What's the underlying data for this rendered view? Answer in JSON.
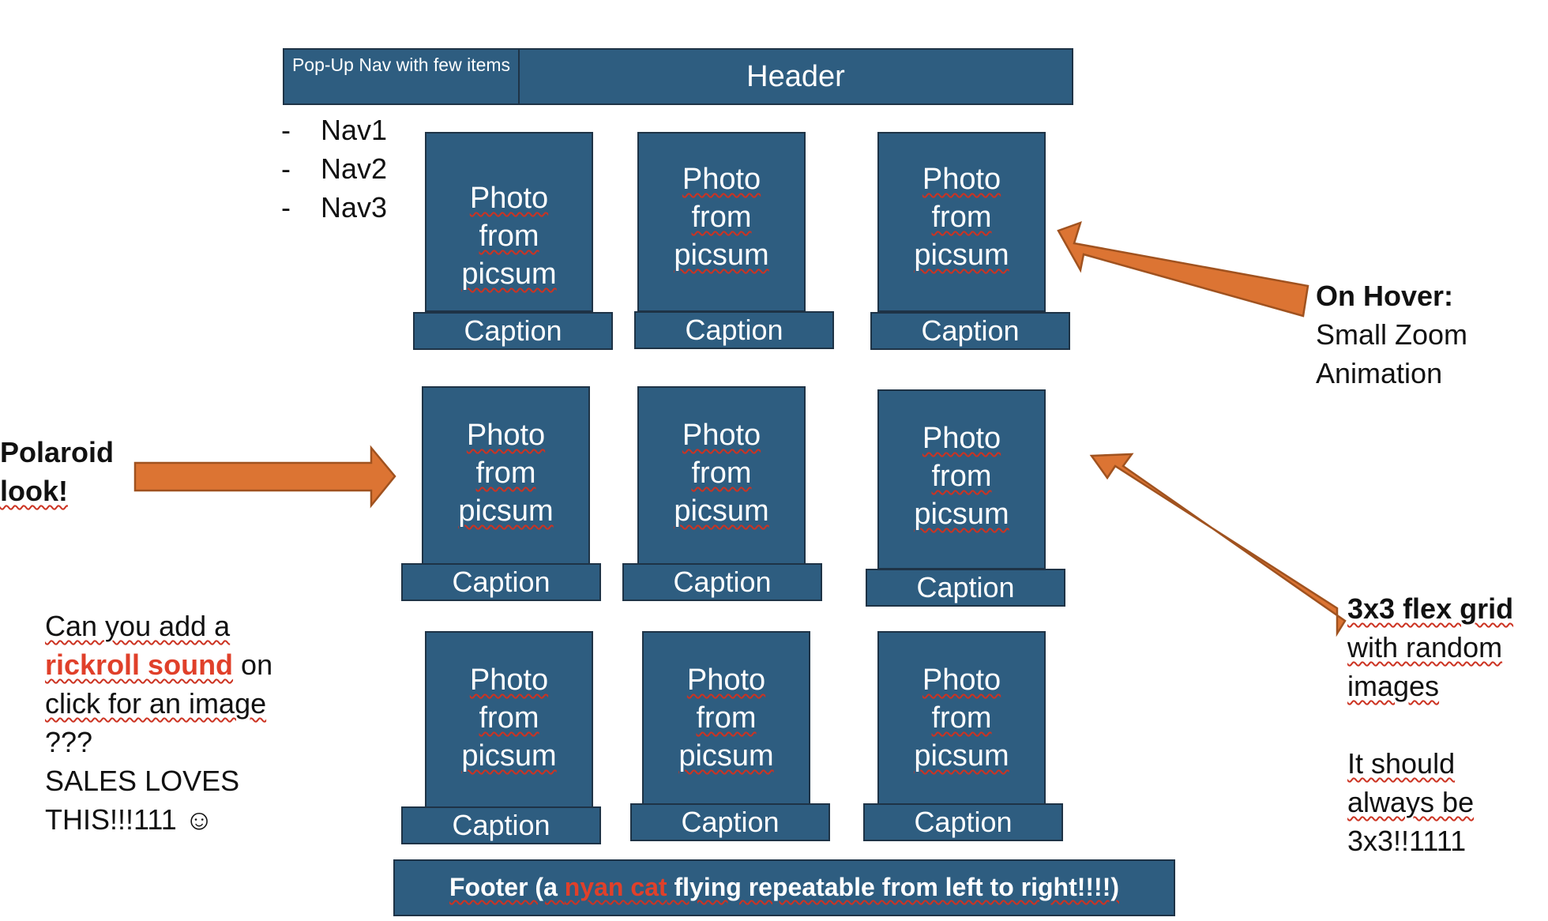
{
  "header": {
    "nav_label": "Pop-Up Nav with few items",
    "title": "Header"
  },
  "nav_items": [
    "Nav1",
    "Nav2",
    "Nav3"
  ],
  "grid": {
    "photo_text": [
      "Photo",
      "from",
      "picsum"
    ],
    "caption": "Caption"
  },
  "footer": {
    "prefix": "Footer (a ",
    "highlight": "nyan cat",
    "suffix": " flying repeatable from left to right!!!!)"
  },
  "notes": {
    "hover_title": "On Hover:",
    "hover_line1": "Small Zoom",
    "hover_line2": "Animation",
    "polaroid_line1": "Polaroid",
    "polaroid_line2": "look!",
    "grid_title": "3x3 flex grid",
    "grid_line1": "with random",
    "grid_line2": "images",
    "grid_line3": "It should",
    "grid_line4": "always be",
    "grid_line5": "3x3!!1111",
    "rick_line1": "Can you add a",
    "rick_highlight": "rickroll sound",
    "rick_after": " on",
    "rick_line3": "click for an image",
    "rick_line4": "???",
    "rick_line5": " SALES LOVES",
    "rick_line6": "THIS!!!111 ☺"
  },
  "colors": {
    "box_fill": "#2e5d80",
    "box_border": "#1e3346",
    "arrow_fill": "#dc7433",
    "accent_red": "#e0402a"
  }
}
